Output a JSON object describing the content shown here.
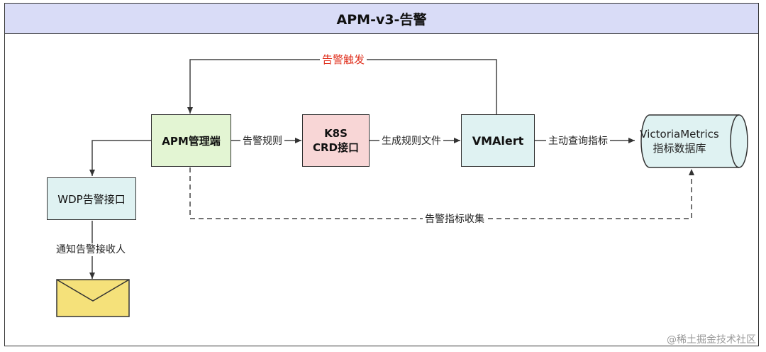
{
  "title": "APM-v3-告警",
  "nodes": {
    "apm": "APM管理端",
    "k8s_line1": "K8S",
    "k8s_line2": "CRD接口",
    "vmalert": "VMAlert",
    "vm_line1": "VictoriaMetrics",
    "vm_line2": "指标数据库",
    "wdp": "WDP告警接口"
  },
  "edges": {
    "trigger": "告警触发",
    "rules": "告警规则",
    "gen_file": "生成规则文件",
    "query": "主动查询指标",
    "collect": "告警指标收集",
    "notify": "通知告警接收人"
  },
  "colors": {
    "title_bg": "#d9dcf7",
    "apm_fill": "#e3f5d3",
    "k8s_fill": "#f8d6d6",
    "vmalert_fill": "#dff2f2",
    "wdp_fill": "#dff2f2",
    "db_fill": "#dff2f2",
    "envelope_fill": "#f5e17a",
    "trigger_text": "#e0301e"
  },
  "icons": {
    "receiver": "envelope-icon"
  },
  "watermark": "@稀土掘金技术社区"
}
